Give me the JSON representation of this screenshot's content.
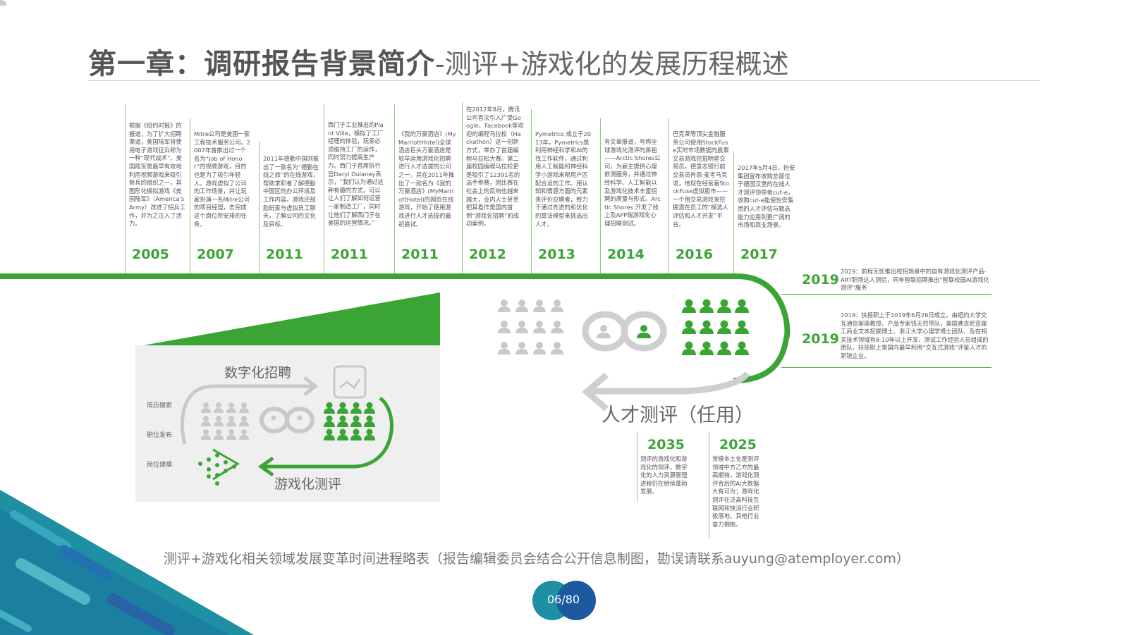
{
  "title": {
    "bold": "第一章：调研报告背景简介",
    "light": "-测评+游戏化的发展历程概述"
  },
  "colors": {
    "green": "#3aa535",
    "gray": "#c9c9c9",
    "teal": "#1f8fa3",
    "navy": "#1c5aa0"
  },
  "timeline": [
    {
      "year": "2005",
      "text": "根据《纽约时报》的报道，为了扩大招聘渠道，美国陆军将使用电子游戏征兵称为一种“现代战术”。美国陆军是最早有效地利用视频游戏来吸引新兵的组织之一，其图形化模拟游戏《美国陆军》（America's Army）改进了招兵工作，并为之注入了活力。"
    },
    {
      "year": "2007",
      "text": "Mitre公司是美国一家工程技术服务公司。2007年曾推出过一个名为“Job of Honor”的视频游戏，目的也是为了吸引年轻人。游戏虚拟了公司的工作场景，并让玩家扮演一名Mitre公司的项目经理，去完成这个岗位所安排的任务。"
    },
    {
      "year": "2011",
      "text": "2011年德勤中国则推出了一款名为“德勤在线之旅”的在线游戏，帮助求职者了解德勤中国区的办公环境及工作内容。游戏还鼓励玩家与虚拟员工聊天，了解公司的文化及目标。"
    },
    {
      "year": "2011",
      "text": "西门子工业推出的Plant Ville，模拟了工厂经理的体验，玩家必须维持工厂的运作，同时努力提高生产力。西门子首席执行官Daryl Dulaney表示，“我们认为通过这种有趣的方式，可以让人们了解如何运营一家制造工厂，同时让他们了解西门子在美国的运营情况。”"
    },
    {
      "year": "2011",
      "text": "《我的万豪酒店》(MyMarriottHotel)全球酒店巨头万豪酒店是较早运用游戏化招聘进行人才选拔的公司之一。其在2011年推出了一款名为《我的万豪酒店》(MyMarriottHotel)的网页在线游戏，开始了使用游戏进行人才选拔的最初尝试。"
    },
    {
      "year": "2012",
      "text": "在2012年8月，腾讯公司首次引入广受Google、Facebook等欢迎的编程马拉松（Hackathon）这一创新方式，举办了首届编程马拉松大赛。第二届校园编程马拉松更是吸引了12391名的选手参赛，因比赛在社会上的反响也越来越大，业内人士甚至把其看作是国内首例“游戏化招聘”的成功案例。"
    },
    {
      "year": "2013",
      "text": "Pymetrics 成立于2013年，Pymetrics是利用神经科学和AI的找工作软件，通过利用人工智能和神经科学小游戏来帮用户匹配合适的工作。用认知和情感方面的元素来评价应聘者，致力于通过先进的和优化的算法模型来挑选出人才。"
    },
    {
      "year": "2014",
      "text": "有文章报道，号称全球游戏化测评的鼻祖——Arctic Shores公司，为雇主提供心理依测服务，并通过神经科学、人工智能以及游戏化技术丰富招聘的质量与形式。Arctic Shores 开发了线上及APP端游戏化心理招聘测试。"
    },
    {
      "year": "2016",
      "text": "巴克莱等顶尖金融服务公司使用StockFuse实时市场数据的股票交易游戏挖掘明星交易员。德意志银行前交易员肖恩·麦考马克说，他现在经营着StockFuse虚拟股市——一个用交易游戏来挖掘潜在员工的“模选人评估和人才开发”平台。"
    },
    {
      "year": "2017",
      "text": "2017年5月4日，怡安集团宣布收购总部位于德国汉堡的在线人才测评领导者cut-e，收购cut-e能使怡安集团的人才评估与甄选能力应用到更广阔的市场和商业场景。"
    }
  ],
  "right_entries": [
    {
      "year": "2019",
      "text": "2019：前程无忧推出校招场景中的自有游戏化测评产品-ART职场达人测验，同年智联招聘推出“智联校园AI游戏化测评”服务"
    },
    {
      "year": "2019",
      "text": "2019：扶摇职上于2019年6月26日成立。由纽约大学交互通信客座教授、产品专家钱天然带队，美国弗吉尼亚理工商业文本挖掘博士、浙江大学心理学博士团队、及在相关技术领域有8-10年以上开发、测试工作经验人员组成的团队。扶摇职上是国内最早利用“交互式游戏”评鉴人才的新锐企业。"
    }
  ],
  "future_entries": [
    {
      "year": "2035",
      "text": "测评的游戏化和游戏化的测评，数字化的人力资源管理进程仍在继续蓬勃发展。"
    },
    {
      "year": "2025",
      "text": "常模本土化是测评领域中方乙方的最高期待，游戏化测评背后的AI大数据大有可为；游戏化测评在泛高科技互联网和快消行业积极落地，其他行业奋力拥抱。"
    }
  ],
  "talent_label": "人才测评（任用）",
  "inset": {
    "top_label": "数字化招聘",
    "bottom_label": "游戏化测评",
    "side_labels": [
      "简历搜索",
      "职位发布",
      "岗位建模"
    ]
  },
  "caption": "测评+游戏化相关领域发展变革时间进程略表（报告编辑委员会结合公开信息制图，勘误请联系auyung@atemployer.com）",
  "page_number": "06/80"
}
